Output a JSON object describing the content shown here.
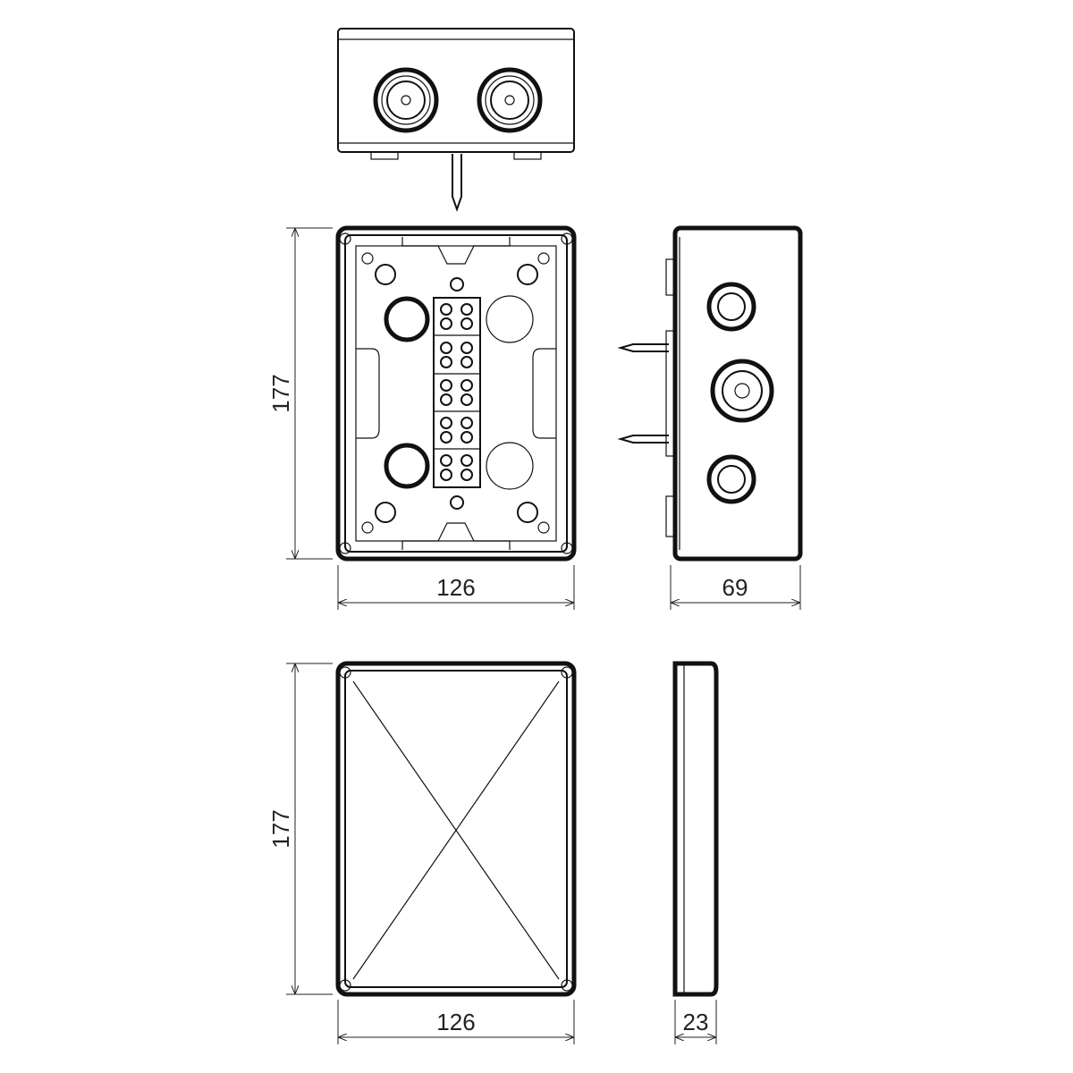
{
  "drawing": {
    "title": "Junction box dimensional drawing",
    "colors": {
      "line": "#111111",
      "background": "#ffffff"
    },
    "dimensions": {
      "base_height": "177",
      "base_width": "126",
      "base_depth": "69",
      "lid_height": "177",
      "lid_width": "126",
      "lid_depth": "23"
    }
  }
}
